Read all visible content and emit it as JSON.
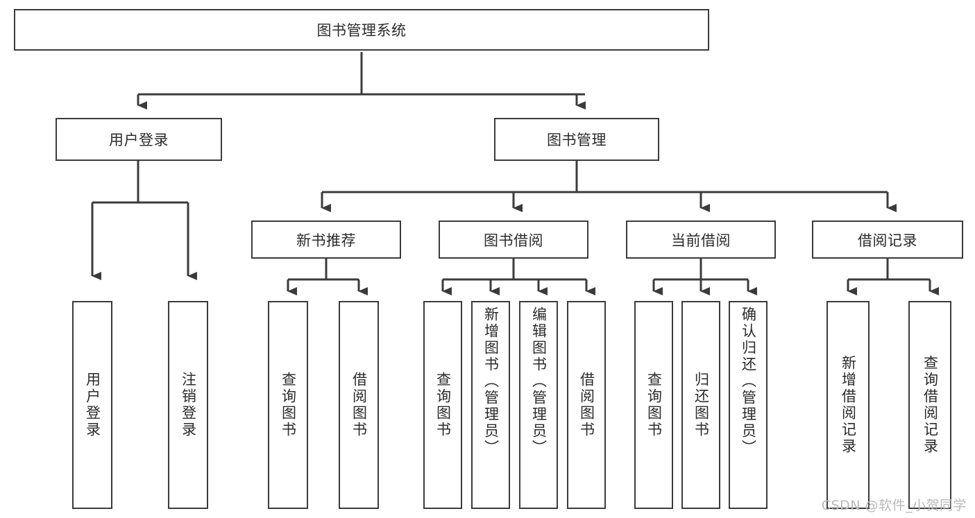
{
  "diagram": {
    "type": "tree",
    "title": "图书管理系统",
    "watermark": "CSDN @软件_小贺同学",
    "colors": {
      "border": "#3b3b3b",
      "text": "#2b2b2b",
      "background": "#ffffff",
      "connector": "#3b3b3b",
      "watermark": "#b9b9b9"
    },
    "levels": {
      "root": {
        "label": "图书管理系统"
      },
      "level2": [
        {
          "label": "用户登录"
        },
        {
          "label": "图书管理"
        }
      ],
      "level3": [
        {
          "label": "新书推荐"
        },
        {
          "label": "图书借阅"
        },
        {
          "label": "当前借阅"
        },
        {
          "label": "借阅记录"
        }
      ],
      "leaves": {
        "user_login": [
          {
            "label": "用户登录"
          },
          {
            "label": "注销登录"
          }
        ],
        "new_book": [
          {
            "label": "查询图书"
          },
          {
            "label": "借阅图书"
          }
        ],
        "book_borrow": [
          {
            "label": "查询图书"
          },
          {
            "label": "新增图书（管理员）"
          },
          {
            "label": "编辑图书（管理员）"
          },
          {
            "label": "借阅图书"
          }
        ],
        "current_borrow": [
          {
            "label": "查询图书"
          },
          {
            "label": "归还图书"
          },
          {
            "label": "确认归还（管理员）"
          }
        ],
        "borrow_record": [
          {
            "label": "新增借阅记录"
          },
          {
            "label": "查询借阅记录"
          }
        ]
      }
    }
  }
}
